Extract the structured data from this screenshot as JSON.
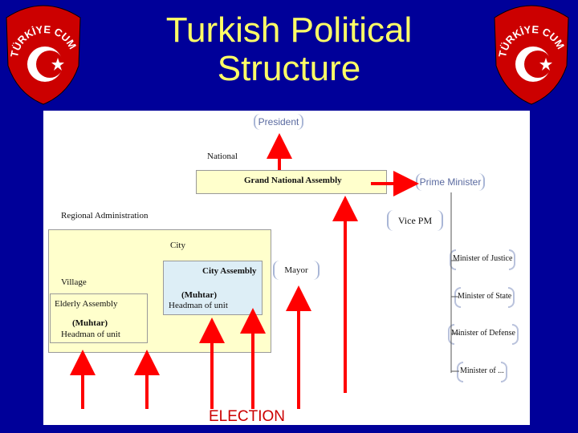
{
  "title": {
    "line1": "Turkish Political",
    "line2": "Structure"
  },
  "seal": {
    "text": "TÜRKİYE CUMHURİYETİ",
    "color": "#cc0000"
  },
  "diagram": {
    "president": "President",
    "national": "National",
    "assembly": "Grand National Assembly",
    "prime_minister": "Prime Minister",
    "vice_pm": "Vice PM",
    "regional": "Regional Administration",
    "city": "City",
    "city_assembly": "City Assembly",
    "mayor": "Mayor",
    "village": "Village",
    "elderly_assembly": "Elderly Assembly",
    "muhtar_city_l1": "(Muhtar)",
    "muhtar_city_l2": "Headman of unit",
    "muhtar_village_l1": "(Muhtar)",
    "muhtar_village_l2": "Headman of unit",
    "ministers": [
      "Minister of Justice",
      "Minister of State",
      "Minister of Defense",
      "Minister of ..."
    ],
    "election": "ELECTION"
  },
  "colors": {
    "background": "#000099",
    "title": "#FFFF66",
    "arrow": "#ff0000",
    "box": "#FFFFCC",
    "box_blue": "#DDEEF6"
  }
}
